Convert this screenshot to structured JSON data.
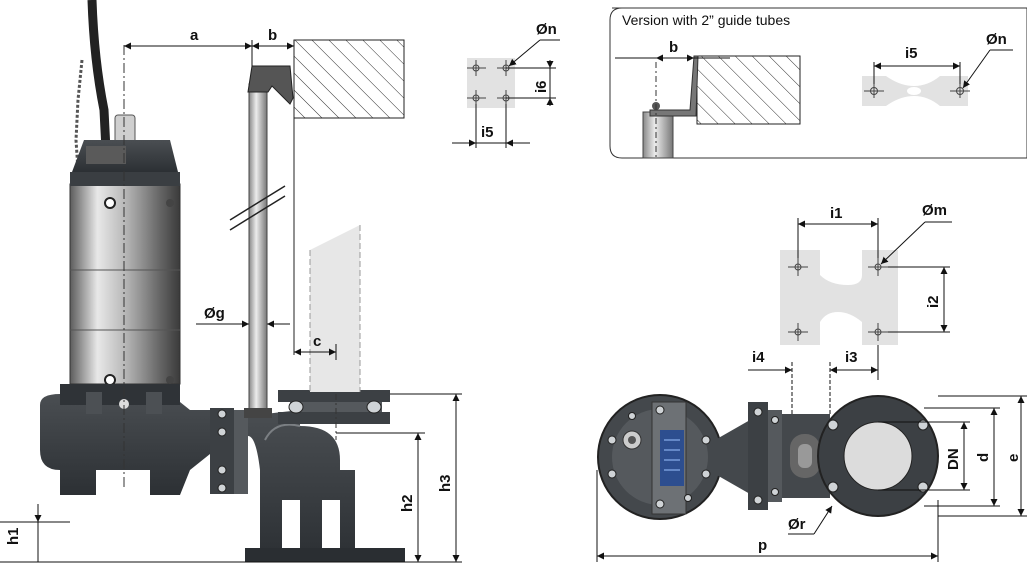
{
  "inset": {
    "title": "Version with 2” guide tubes",
    "dim_b": "b",
    "dim_i5": "i5",
    "dim_on": "Øn"
  },
  "side_view": {
    "dim_a": "a",
    "dim_b": "b",
    "dim_og": "Øg",
    "dim_c": "c",
    "dim_h1": "h1",
    "dim_h2": "h2",
    "dim_h3": "h3"
  },
  "bracket_plate": {
    "dim_on": "Øn",
    "dim_i6": "i6",
    "dim_i5": "i5"
  },
  "flange_plate": {
    "dim_i1": "i1",
    "dim_om": "Øm",
    "dim_i2": "i2",
    "dim_i4": "i4",
    "dim_i3": "i3"
  },
  "top_view": {
    "dim_dn": "DN",
    "dim_d": "d",
    "dim_e": "e",
    "dim_or": "Ør",
    "dim_p": "p"
  }
}
